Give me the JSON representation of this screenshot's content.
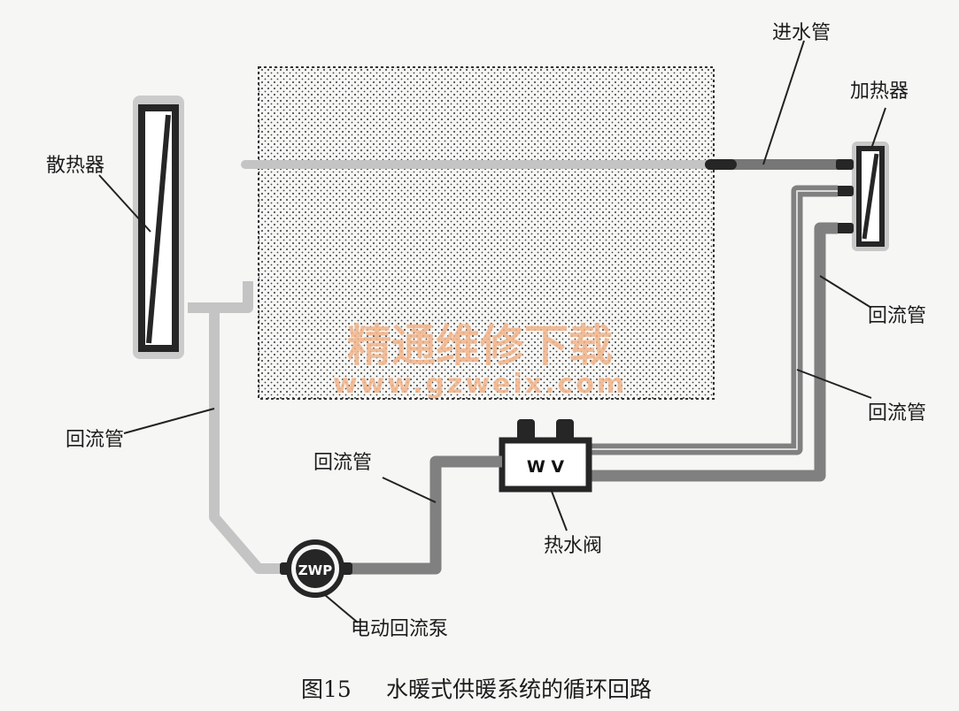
{
  "labels": {
    "radiator": "散热器",
    "inlet_pipe": "进水管",
    "heater": "加热器",
    "return_right_1": "回流管",
    "return_right_2": "回流管",
    "return_left": "回流管",
    "return_mid": "回流管",
    "hot_water_valve": "热水阀",
    "pump": "电动回流泵"
  },
  "components": {
    "valve_text": "W V",
    "pump_text": "ZWP"
  },
  "watermark": {
    "cn": "精通维修下载",
    "url": "www.gzweix.com"
  },
  "caption": {
    "fig_no": "图15",
    "title": "水暖式供暖系统的循环回路"
  },
  "colors": {
    "dark_pipe": "#777777",
    "light_pipe": "#c4c4c4",
    "outline": "#262626",
    "watermark": "#f2b48a"
  }
}
